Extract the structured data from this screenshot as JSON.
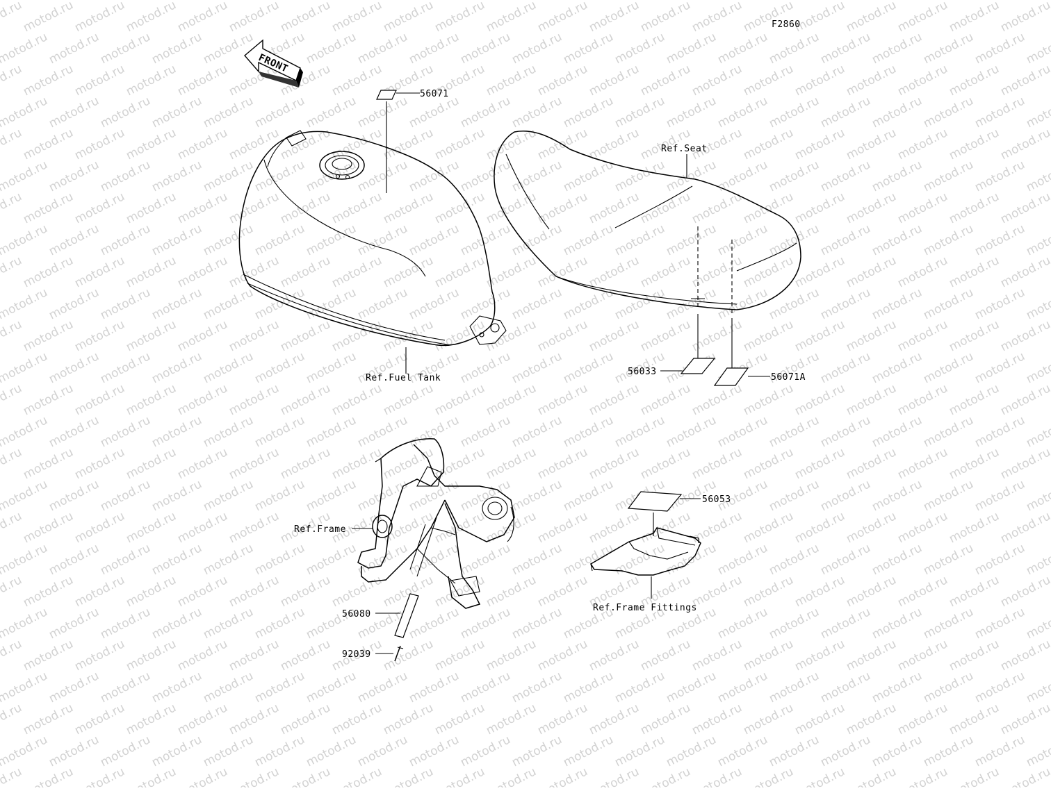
{
  "diagram_code": "F2860",
  "front_label": "FRONT",
  "watermark": "motod.ru",
  "labels": {
    "p56071": "56071",
    "ref_fuel_tank": "Ref.Fuel Tank",
    "ref_seat": "Ref.Seat",
    "p56033": "56033",
    "p56071A": "56071A",
    "ref_frame": "Ref.Frame",
    "p56080": "56080",
    "p92039": "92039",
    "p56053": "56053",
    "ref_frame_fittings": "Ref.Frame Fittings"
  }
}
